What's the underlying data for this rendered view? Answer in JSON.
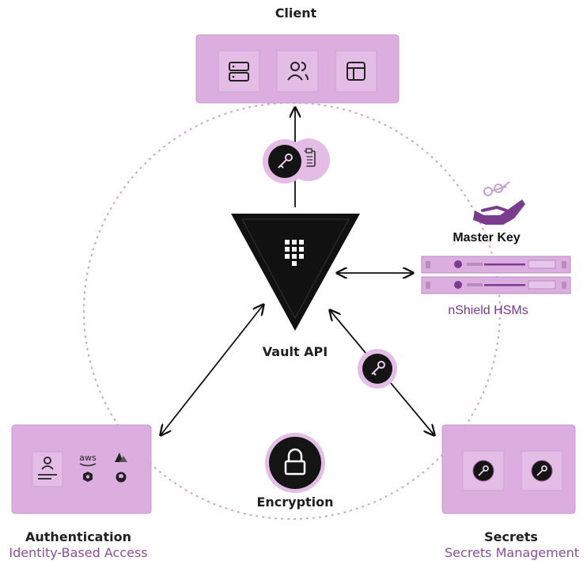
{
  "client": {
    "title": "Client",
    "icons": [
      "server-icon",
      "users-icon",
      "layout-icon"
    ]
  },
  "vault": {
    "label": "Vault API"
  },
  "master_key": {
    "label": "Master Key",
    "icon": "hand-with-keys-icon"
  },
  "hsm": {
    "label": "nShield HSMs"
  },
  "encryption": {
    "label": "Encryption",
    "icon": "lock-icon"
  },
  "authentication": {
    "title": "Authentication",
    "subtitle": "Identity-Based Access",
    "icons": [
      "user-id-icon",
      "aws-logo",
      "azure-logo",
      "gcp-logo",
      "github-logo"
    ],
    "aws_text": "aws"
  },
  "secrets": {
    "title": "Secrets",
    "subtitle": "Secrets Management",
    "icons": [
      "key-icon",
      "key-icon"
    ]
  },
  "colors": {
    "panel_fill": "#dcaee0",
    "panel_stroke": "#c89bcf",
    "tile_fill": "#e3bde6",
    "dark": "#111111",
    "accent": "#8a4f98",
    "hand": "#7a3d8e"
  }
}
